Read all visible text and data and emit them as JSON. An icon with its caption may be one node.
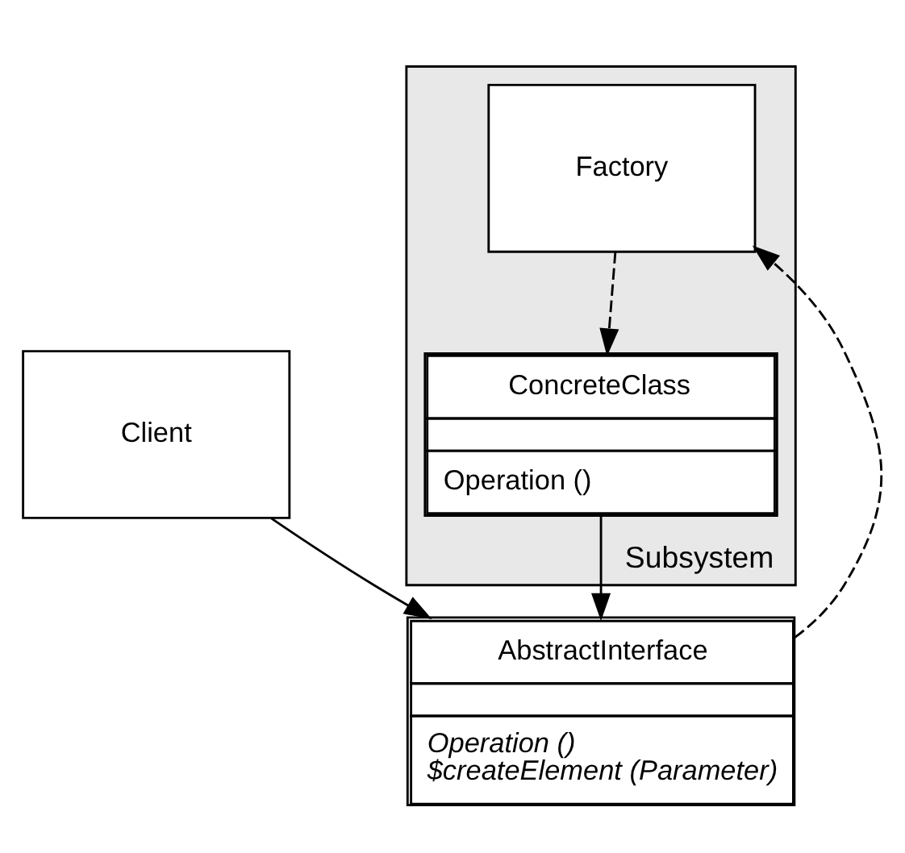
{
  "diagram": {
    "nodes": [
      {
        "text": [
          "Client"
        ]
      },
      {
        "text": [
          "AbstractInterface",
          "Operation ()",
          "$createElement (Parameter)"
        ]
      },
      {
        "text": [
          "Subsystem"
        ]
      },
      {
        "text": [
          "Factory"
        ],
        "in": 2
      },
      {
        "text": [
          "ConcreteClass",
          "Operation ()"
        ],
        "in": 2
      }
    ],
    "edges": [
      {
        "from": 0,
        "to": 1,
        "arrow": "to"
      },
      {
        "from": 1,
        "to": 3,
        "arrow": "to",
        "style": "dashed"
      },
      {
        "from": 3,
        "to": 4,
        "arrow": "to",
        "style": "dashed"
      },
      {
        "from": 4,
        "to": 1,
        "arrow": "to"
      }
    ]
  }
}
